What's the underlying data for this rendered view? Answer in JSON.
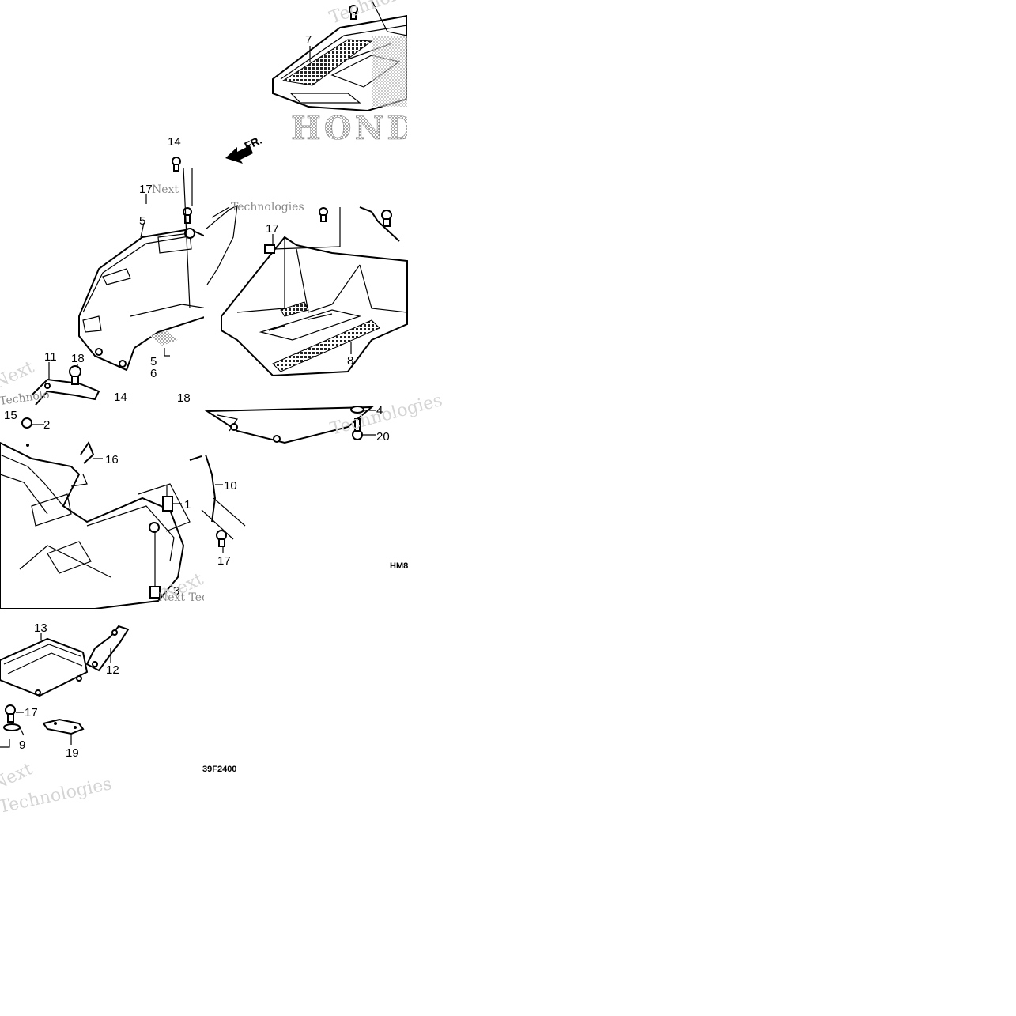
{
  "brand_watermark": "HONDA",
  "direction_marker": "FR.",
  "diagram_codes": [
    "HM8",
    "39F2400"
  ],
  "watermarks": [
    "Technologies",
    "Next",
    "Next Technologies",
    "Next Tec",
    "Technolo"
  ],
  "part_numbers": [
    "1",
    "2",
    "3",
    "4",
    "5",
    "5",
    "6",
    "7",
    "8",
    "9",
    "10",
    "11",
    "12",
    "13",
    "14",
    "14",
    "15",
    "16",
    "17",
    "17",
    "17",
    "17",
    "18",
    "18",
    "19",
    "20"
  ],
  "colors": {
    "ink": "#000000",
    "halftone": "#9a9a9a",
    "watermark": "#d4d4d4"
  }
}
